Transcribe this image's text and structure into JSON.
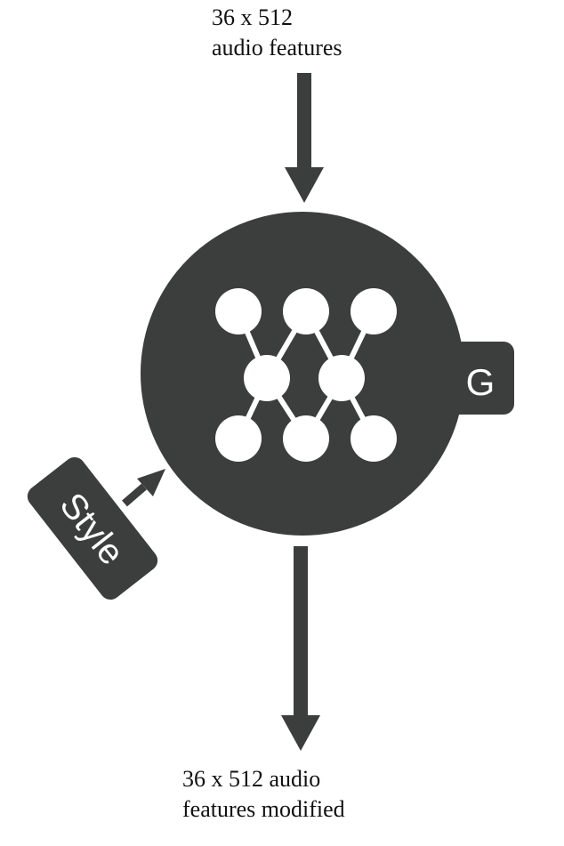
{
  "input": {
    "line1": "36 x 512",
    "line2": "audio features"
  },
  "output": {
    "line1": "36 x 512 audio",
    "line2": "features modified"
  },
  "generator": {
    "label": "G",
    "icon": "neural-network-icon"
  },
  "style": {
    "label": "Style"
  },
  "colors": {
    "shape": "#3c3d3d",
    "node": "#ffffff",
    "text": "#111111",
    "background": "#ffffff"
  }
}
